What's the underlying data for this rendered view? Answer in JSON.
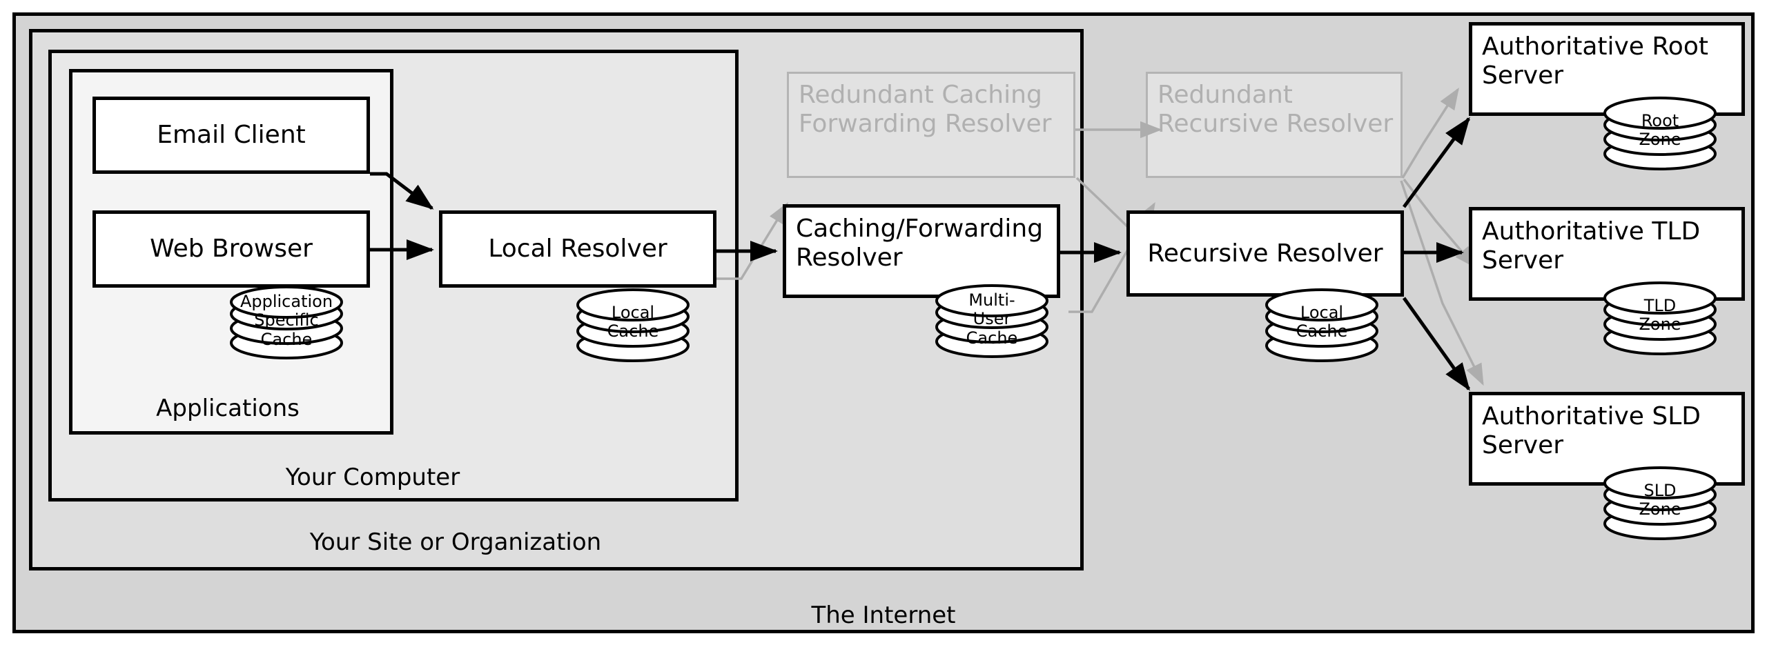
{
  "diagram": {
    "title": "DNS Resolution Architecture",
    "colors": {
      "internet_fill": "#d4d4d4",
      "site_fill": "#dedede",
      "computer_fill": "#e8e8e8",
      "apps_fill": "#f4f4f4",
      "node_fill": "#ffffff",
      "stroke": "#000000",
      "ghost_stroke": "#b4b4b4",
      "ghost_text": "#b0b0b0",
      "ghost_fill": "#e2e2e2",
      "gray_arrow": "#adadad"
    }
  },
  "zones": {
    "internet": {
      "label": "The Internet"
    },
    "site": {
      "label": "Your Site or Organization"
    },
    "computer": {
      "label": "Your Computer"
    },
    "applications": {
      "label": "Applications"
    }
  },
  "nodes": {
    "email_client": {
      "label": "Email Client"
    },
    "web_browser": {
      "label": "Web Browser"
    },
    "local_resolver": {
      "label": "Local Resolver"
    },
    "caching_forwarding_resolver": {
      "line1": "Caching/Forwarding",
      "line2": "Resolver"
    },
    "recursive_resolver": {
      "label": "Recursive Resolver"
    },
    "auth_root_server": {
      "line1": "Authoritative Root",
      "line2": "Server"
    },
    "auth_tld_server": {
      "line1": "Authoritative TLD",
      "line2": "Server"
    },
    "auth_sld_server": {
      "line1": "Authoritative SLD",
      "line2": "Server"
    }
  },
  "ghost_nodes": {
    "redundant_caching_forwarding_resolver": {
      "line1": "Redundant Caching",
      "line2": "Forwarding Resolver"
    },
    "redundant_recursive_resolver": {
      "line1": "Redundant",
      "line2": "Recursive Resolver"
    }
  },
  "cylinders": {
    "application_specific_cache": {
      "lines": [
        "Application",
        "Specific",
        "Cache"
      ]
    },
    "local_cache_resolver": {
      "lines": [
        "Local",
        "Cache"
      ]
    },
    "multi_user_cache": {
      "lines": [
        "Multi-",
        "User",
        "Cache"
      ]
    },
    "local_cache_recursive": {
      "lines": [
        "Local",
        "Cache"
      ]
    },
    "root_zone": {
      "lines": [
        "Root",
        "Zone"
      ]
    },
    "tld_zone": {
      "lines": [
        "TLD",
        "Zone"
      ]
    },
    "sld_zone": {
      "lines": [
        "SLD",
        "Zone"
      ]
    }
  }
}
